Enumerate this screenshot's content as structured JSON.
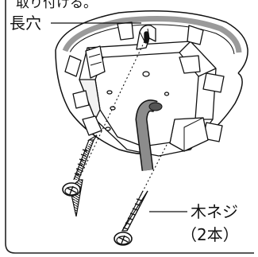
{
  "header_text": "取り付ける。",
  "labels": {
    "slot": "長穴",
    "screw": "木ネジ",
    "screw_count": "（2本）"
  }
}
